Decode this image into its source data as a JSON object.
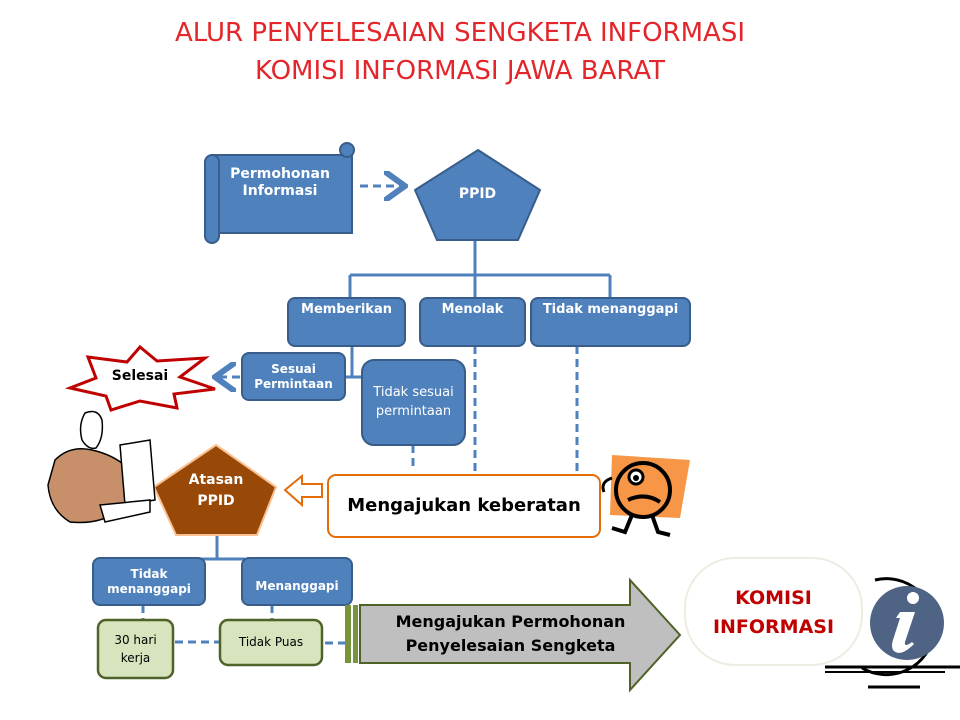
{
  "title": {
    "line1": "ALUR PENYELESAIAN SENGKETA INFORMASI",
    "line2": "KOMISI INFORMASI JAWA BARAT"
  },
  "nodes": {
    "permohonan": "Permohonan Informasi",
    "ppid": "PPID",
    "memberikan": "Memberikan",
    "menolak": "Menolak",
    "tidak_menanggapi_ppid": "Tidak menanggapi",
    "sesuai": "Sesuai Permintaan",
    "tidak_sesuai": "Tidak sesuai permintaan",
    "selesai": "Selesai",
    "keberatan": "Mengajukan keberatan",
    "atasan": "Atasan PPID",
    "tidak_menanggapi_atasan": "Tidak menanggapi",
    "menanggapi": "Menanggapi",
    "hari": "30 hari kerja",
    "tidak_puas": "Tidak Puas",
    "sengketa": "Mengajukan Permohonan Penyelesaian Sengketa",
    "komisi": "KOMISI INFORMASI"
  },
  "colors": {
    "blue": "#4f81bd",
    "brown": "#984807",
    "orange": "#e46c0a",
    "green": "#d7e4bd",
    "red": "#c00000"
  }
}
